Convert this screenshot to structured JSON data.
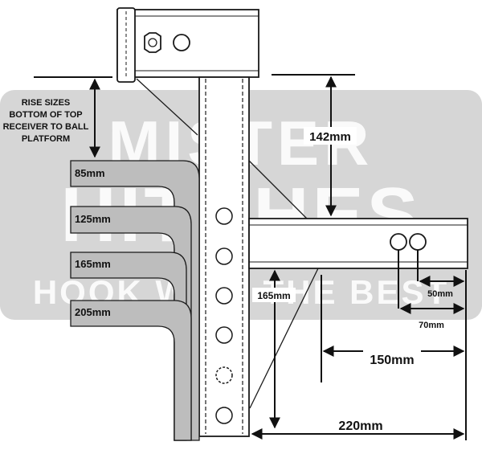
{
  "colors": {
    "background": "#ffffff",
    "watermark_band": "#d6d6d6",
    "watermark_text": "#ffffff",
    "outline": "#1a1a1a",
    "grey_fill": "#bdbdbd",
    "text": "#111111"
  },
  "watermark": {
    "line1": "MISTER",
    "line2": "HITCHES",
    "line3": "HOOK WITH THE BEST"
  },
  "rise_note": {
    "line1": "RISE SIZES",
    "line2": "BOTTOM OF TOP",
    "line3": "RECEIVER TO BALL",
    "line4": "PLATFORM"
  },
  "rise_sizes": [
    "85mm",
    "125mm",
    "165mm",
    "205mm"
  ],
  "dimensions": {
    "top_to_platform": "142mm",
    "hole_spacing_near": "50mm",
    "hole_spacing_far": "70mm",
    "platform_drop": "165mm",
    "platform_length": "150mm",
    "overall_length": "220mm"
  }
}
